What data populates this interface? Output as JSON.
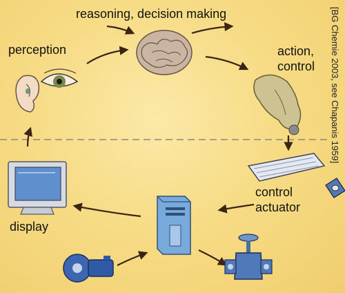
{
  "labels": {
    "reasoning": "reasoning, decision making",
    "perception": "perception",
    "action_line1": "action,",
    "action_line2": "control",
    "control_line1": "control",
    "control_line2": "actuator",
    "display": "display"
  },
  "side_note": "[BG Chemie 2003, see Chapanis 1959]",
  "icons": [
    "brain-icon",
    "ear-icon",
    "eye-icon",
    "hand-icon",
    "keyboard-icon",
    "joystick-icon",
    "computer-tower-icon",
    "monitor-icon",
    "pump-icon",
    "valve-icon"
  ],
  "colors": {
    "background": "#f7dc86",
    "arrow": "#3a2416",
    "divider": "#8a8a7a",
    "equipment_blue": "#5c8fc9"
  }
}
